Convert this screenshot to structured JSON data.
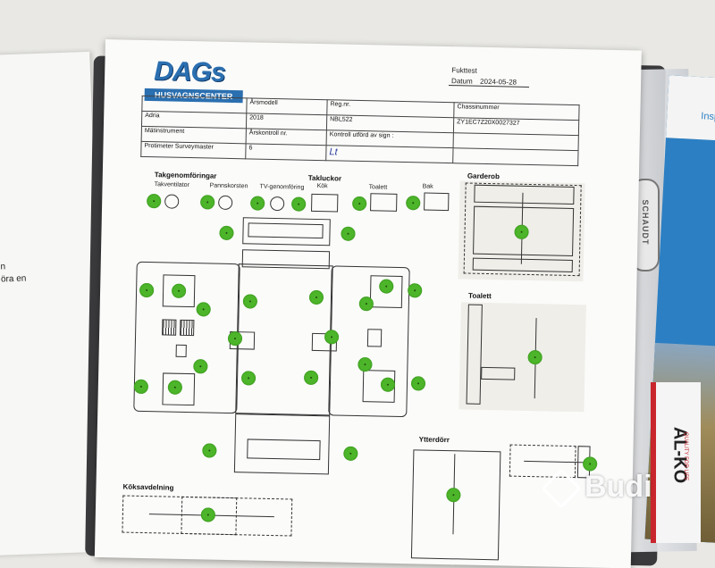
{
  "left_paper": {
    "line1": "n",
    "line2": "öra en"
  },
  "schaudt_label": "SCHAUDT",
  "booklet_label": "Inspir",
  "alko": {
    "label": "AL-KO",
    "tagline": "QUALITY FOR LIFE"
  },
  "watermark": "Budi",
  "form": {
    "logo_main": "DAGs",
    "logo_sub": "HUSVAGNSCENTER",
    "doc_title": "Fukttest",
    "date_label": "Datum",
    "date_value": "2024-05-28",
    "header": {
      "make_value": "Adria",
      "year_label": "Årsmodell",
      "year_value": "2018",
      "reg_label": "Reg.nr.",
      "reg_value": "NBL522",
      "chassis_label": "Chassinummer",
      "chassis_value": "ZY1EC7Z20X0027327",
      "instrument_label": "Mätinstrument",
      "instrument_value": "Protimeter Surveymaster",
      "annual_label": "Årskontroll nr.",
      "annual_value": "6",
      "signed_label": "Kontroll utförd av sign :",
      "signature": "Lt"
    },
    "sections": {
      "roof": "Takgenomföringar",
      "roof_items": [
        "Takventilator",
        "Pannskorsten",
        "TV-genomföring"
      ],
      "hatches": "Takluckor",
      "hatch_items": [
        "Kök",
        "Toalett",
        "Bak"
      ],
      "wardrobe": "Garderob",
      "toilet": "Toalett",
      "door": "Ytterdörr",
      "kitchen": "Köksavdelning"
    }
  },
  "colors": {
    "dot": "#4db52a",
    "logo_blue": "#2a6fb0"
  }
}
